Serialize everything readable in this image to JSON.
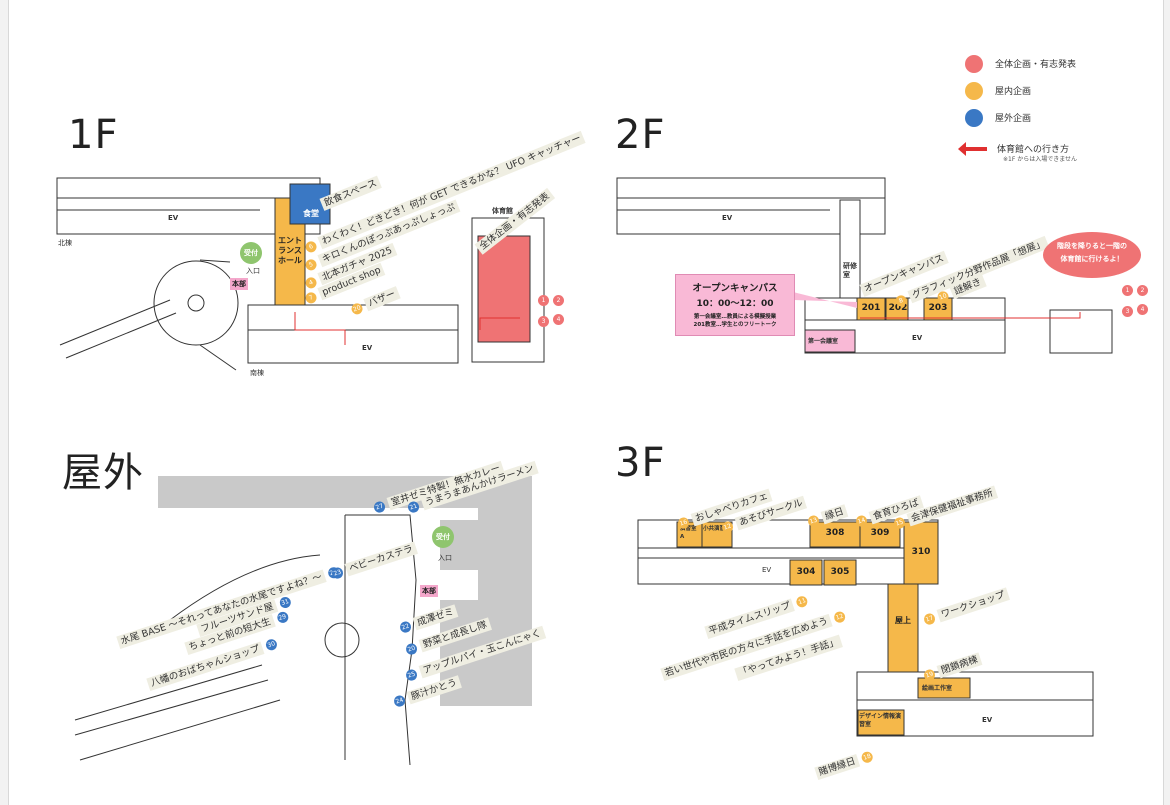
{
  "floors": {
    "f1": {
      "title": "1F"
    },
    "f2": {
      "title": "2F"
    },
    "outdoor": {
      "title": "屋外"
    },
    "f3": {
      "title": "3F"
    }
  },
  "legend": {
    "items": [
      {
        "label": "全体企画・有志発表",
        "color": "#ef7374"
      },
      {
        "label": "屋内企画",
        "color": "#f5b84a"
      },
      {
        "label": "屋外企画",
        "color": "#3a78c4"
      }
    ],
    "route_label": "体育館への行き方",
    "route_note": "※1F からは入場できません",
    "route_color": "#e03030"
  },
  "f1": {
    "north_wing": "北棟",
    "south_wing": "南棟",
    "ev": "EV",
    "ev2": "EV",
    "cafeteria": "食堂",
    "entrance_hall": "エントランスホール",
    "reception": "受付",
    "entrance": "入口",
    "hq": "本部",
    "gym": "体育館",
    "gym_label": "全体企画・有志発表",
    "labels": [
      {
        "num": "",
        "text": "飲食スペース"
      },
      {
        "num": "6",
        "text": "わくわく！どきどき！何が GET できるかな？ UFO キャッチャー"
      },
      {
        "num": "5",
        "text": "キロくんのぽっぷあっぷしょっぷ"
      },
      {
        "num": "4",
        "text": "北本ガチャ 2025"
      },
      {
        "num": "7",
        "text": "product shop"
      },
      {
        "num": "20",
        "text": "バザー"
      }
    ],
    "gym_nums": [
      "1",
      "2",
      "3",
      "4"
    ]
  },
  "f2": {
    "ev": "EV",
    "seminar": "研修室",
    "conference": "第一会議室",
    "rooms": [
      "201",
      "202",
      "203"
    ],
    "labels": [
      {
        "num": "",
        "text": "オープンキャンパス"
      },
      {
        "num": "8",
        "text": "グラフィック分野作品展「想展」"
      },
      {
        "num": "10",
        "text": "謎解き"
      }
    ],
    "oc": {
      "title": "オープンキャンパス",
      "time": "10：00～12：00",
      "line1": "第一会議室…教員による模擬授業",
      "line2": "201教室…学生とのフリートーク"
    },
    "bubble": {
      "line1": "階段を降りると一階の",
      "line2": "体育館に行けるよ！"
    },
    "gym_nums": [
      "1",
      "2",
      "3",
      "4"
    ]
  },
  "outdoor": {
    "reception": "受付",
    "entrance": "入口",
    "hq": "本部",
    "labels_top": [
      {
        "num": "27",
        "text": "室井ゼミ特製！無水カレー"
      },
      {
        "num": "21",
        "text": "うまうまあんかけラーメン"
      }
    ],
    "labels_left": [
      {
        "num": "26",
        "text": "水尾 BASE ～それってあなたの水尾ですよね？～"
      },
      {
        "num": "23",
        "text": "ベビーカステラ"
      },
      {
        "num": "31",
        "text": "フルーツサンド屋"
      },
      {
        "num": "29",
        "text": "ちょっと前の短大生"
      },
      {
        "num": "30",
        "text": "八幡のおばちゃんショップ"
      }
    ],
    "labels_right": [
      {
        "num": "22",
        "text": "成澤ゼミ"
      },
      {
        "num": "20",
        "text": "野菜と成長し隊"
      },
      {
        "num": "25",
        "text": "アップルパイ・玉こんにゃく"
      },
      {
        "num": "24",
        "text": "豚汁かとう"
      }
    ]
  },
  "f3": {
    "ev": "EV",
    "ev2": "EV",
    "rooms": [
      "308",
      "309",
      "310",
      "304",
      "305"
    ],
    "room_a": "演習室A",
    "small_room": "小共演習室",
    "rooftop": "屋上",
    "craft": "絵画工作室",
    "design_room": "デザイン情報演習室",
    "labels_top": [
      {
        "num": "16",
        "text": "おしゃべりカフェ"
      },
      {
        "num": "12",
        "text": "あそびサークル"
      },
      {
        "num": "13",
        "text": "縁日"
      },
      {
        "num": "14",
        "text": "食育ひろば"
      },
      {
        "num": "15",
        "text": "会津保健福祉事務所"
      }
    ],
    "labels_right": [
      {
        "num": "17",
        "text": "ワークショップ"
      },
      {
        "num": "19",
        "text": "閉鎖病棟"
      }
    ],
    "labels_left": [
      {
        "num": "11",
        "text": "平成タイムスリップ"
      },
      {
        "num": "12",
        "text": "若い世代や市民の方々に手話を広めよう"
      },
      {
        "num": "",
        "text": "「やってみよう！手話」"
      }
    ],
    "bottom_label": {
      "num": "18",
      "text": "賭博縁日"
    }
  }
}
